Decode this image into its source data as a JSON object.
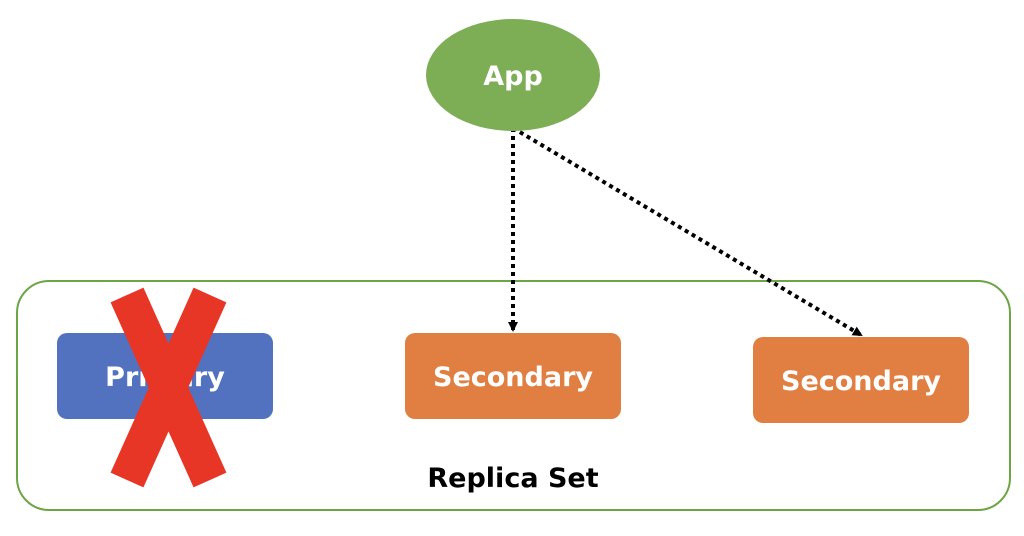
{
  "app": {
    "label": "App",
    "color": "#7DAE56"
  },
  "replica_set": {
    "label": "Replica Set",
    "border_color": "#6DA545",
    "nodes": [
      {
        "label": "Primary",
        "role": "primary",
        "color": "#5272C0",
        "failed": true
      },
      {
        "label": "Secondary",
        "role": "secondary",
        "color": "#E07F41"
      },
      {
        "label": "Secondary",
        "role": "secondary",
        "color": "#E07F41"
      }
    ]
  },
  "failure_mark": {
    "icon": "x-cross-icon",
    "color": "#E73526"
  },
  "connections": [
    {
      "from": "App",
      "to": "Secondary",
      "style": "dotted-arrow"
    },
    {
      "from": "App",
      "to": "Secondary",
      "style": "dotted-arrow"
    }
  ]
}
